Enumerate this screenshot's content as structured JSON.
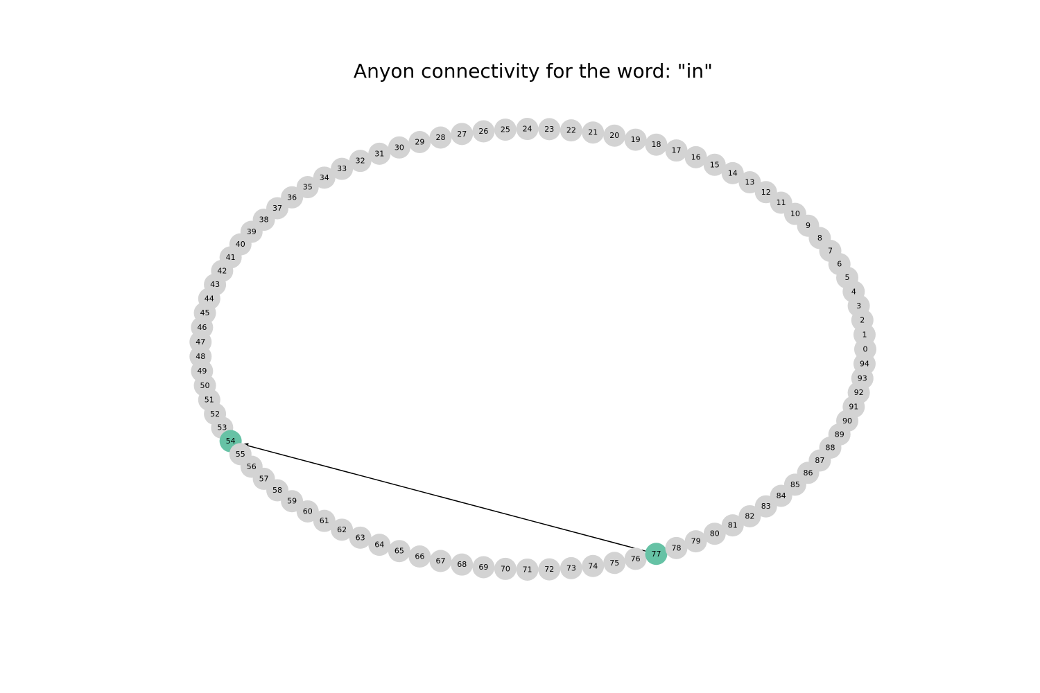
{
  "title": "Anyon connectivity for the word: \"in\"",
  "graph": {
    "node_count": 95,
    "nodes": [
      "0",
      "1",
      "2",
      "3",
      "4",
      "5",
      "6",
      "7",
      "8",
      "9",
      "10",
      "11",
      "12",
      "13",
      "14",
      "15",
      "16",
      "17",
      "18",
      "19",
      "20",
      "21",
      "22",
      "23",
      "24",
      "25",
      "26",
      "27",
      "28",
      "29",
      "30",
      "31",
      "32",
      "33",
      "34",
      "35",
      "36",
      "37",
      "38",
      "39",
      "40",
      "41",
      "42",
      "43",
      "44",
      "45",
      "46",
      "47",
      "48",
      "49",
      "50",
      "51",
      "52",
      "53",
      "54",
      "55",
      "56",
      "57",
      "58",
      "59",
      "60",
      "61",
      "62",
      "63",
      "64",
      "65",
      "66",
      "67",
      "68",
      "69",
      "70",
      "71",
      "72",
      "73",
      "74",
      "75",
      "76",
      "77",
      "78",
      "79",
      "80",
      "81",
      "82",
      "83",
      "84",
      "85",
      "86",
      "87",
      "88",
      "89",
      "90",
      "91",
      "92",
      "93",
      "94"
    ],
    "highlighted": [
      54,
      77
    ],
    "edges": [
      {
        "from": 77,
        "to": 54,
        "directed": true
      }
    ],
    "colors": {
      "node": "#d3d3d3",
      "highlight": "#66c2a5",
      "edge": "#000000",
      "label": "#000000"
    }
  }
}
